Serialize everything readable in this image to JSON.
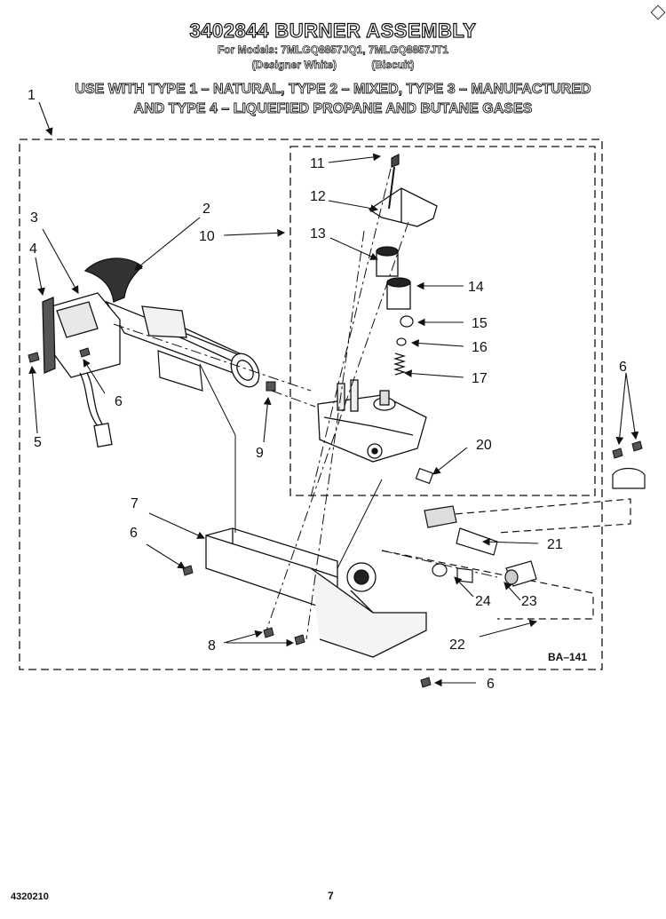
{
  "header": {
    "title": "3402844 BURNER ASSEMBLY",
    "models_line": "For Models: 7MLGQ8857JQ1, 7MLGQ8857JT1",
    "variant_left": "(Designer White)",
    "variant_right": "(Biscuit)",
    "gas_line_1": "USE WITH TYPE 1 – NATURAL, TYPE 2 – MIXED, TYPE 3 – MANUFACTURED",
    "gas_line_2": "AND TYPE 4 – LIQUEFIED PROPANE AND BUTANE GASES"
  },
  "callouts": {
    "c1": "1",
    "c2": "2",
    "c3": "3",
    "c4": "4",
    "c5": "5",
    "c6a": "6",
    "c6b": "6",
    "c6c": "6",
    "c6d": "6",
    "c7": "7",
    "c8": "8",
    "c9": "9",
    "c10": "10",
    "c11": "11",
    "c12": "12",
    "c13": "13",
    "c14": "14",
    "c15": "15",
    "c16": "16",
    "c17": "17",
    "c20": "20",
    "c21": "21",
    "c22": "22",
    "c23": "23",
    "c24": "24"
  },
  "drawing_code": "BA–141",
  "footer": {
    "doc_number": "4320210",
    "page_number": "7"
  }
}
